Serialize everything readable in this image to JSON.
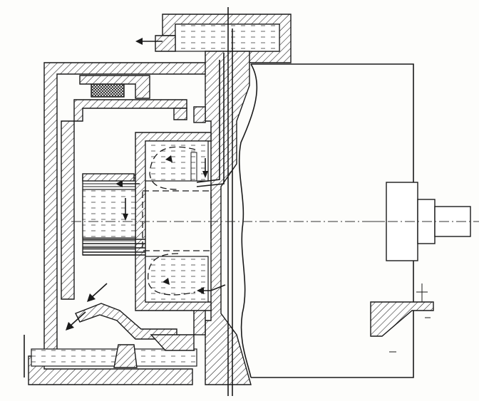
{
  "figure": {
    "kind": "technical-cross-section",
    "colors": {
      "line": "#1a1a1a",
      "background": "#fdfdfb"
    },
    "parts": [
      "housing",
      "top-oil-reservoir",
      "vertical-shaft-tube",
      "turbine-runner",
      "impeller-pump",
      "stator-coil",
      "lamination-stack",
      "bottom-sump",
      "motor-flange",
      "drive-shaft",
      "support-bracket"
    ],
    "flow_arrows": [
      "reservoir-outlet-arrow",
      "inner-cavity-arrow-top",
      "inner-cavity-arrow-bottom",
      "pump-inlet-arrow",
      "return-arrow",
      "leak-arrow-upper",
      "leak-arrow-lower"
    ]
  }
}
